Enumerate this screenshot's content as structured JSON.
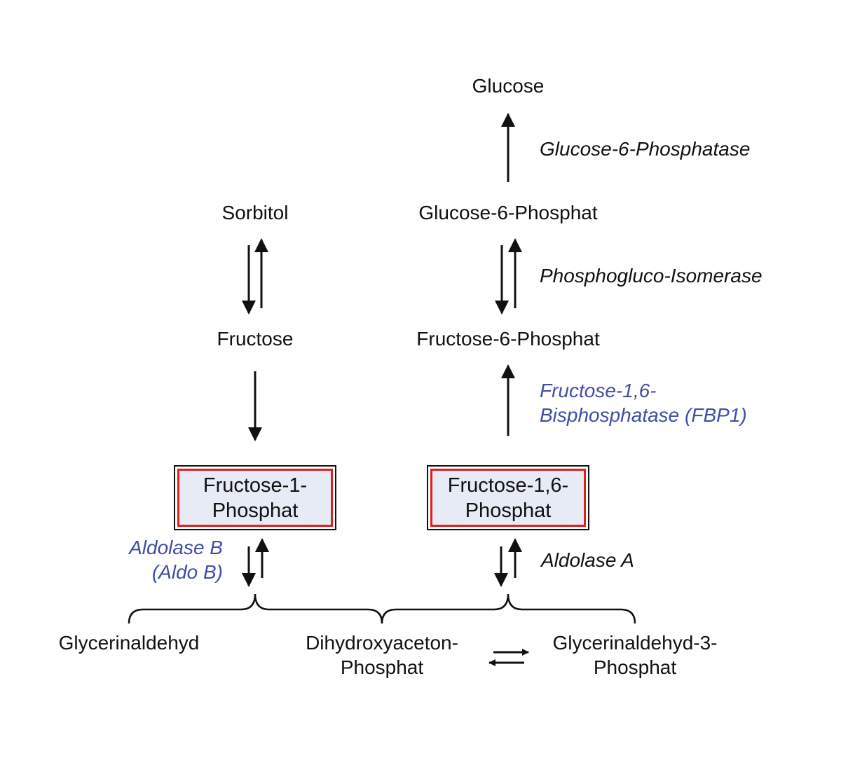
{
  "metabolites": {
    "glucose": "Glucose",
    "sorbitol": "Sorbitol",
    "glucose_6_phosphate": "Glucose-6-Phosphat",
    "fructose": "Fructose",
    "fructose_6_phosphate": "Fructose-6-Phosphat",
    "fructose_1_phosphate_line1": "Fructose-1-",
    "fructose_1_phosphate_line2": "Phosphat",
    "fructose_16_phosphate_line1": "Fructose-1,6-",
    "fructose_16_phosphate_line2": "Phosphat",
    "glycerinaldehyd": "Glycerinaldehyd",
    "dhap_line1": "Dihydroxyaceton-",
    "dhap_line2": "Phosphat",
    "gap_line1": "Glycerinaldehyd-3-",
    "gap_line2": "Phosphat"
  },
  "enzymes": {
    "glucose_6_phosphatase": "Glucose-6-Phosphatase",
    "phosphogluco_isomerase": "Phosphogluco-Isomerase",
    "fbp1_line1": "Fructose-1,6-",
    "fbp1_line2": "Bisphosphatase (FBP1)",
    "aldolase_b_line1": "Aldolase B",
    "aldolase_b_line2": "(Aldo B)",
    "aldolase_a": "Aldolase A"
  },
  "colors": {
    "highlight_enzyme": "#3f4ea6",
    "box_border": "#e01e1e",
    "box_fill": "#e6ebf6",
    "text": "#111111"
  }
}
